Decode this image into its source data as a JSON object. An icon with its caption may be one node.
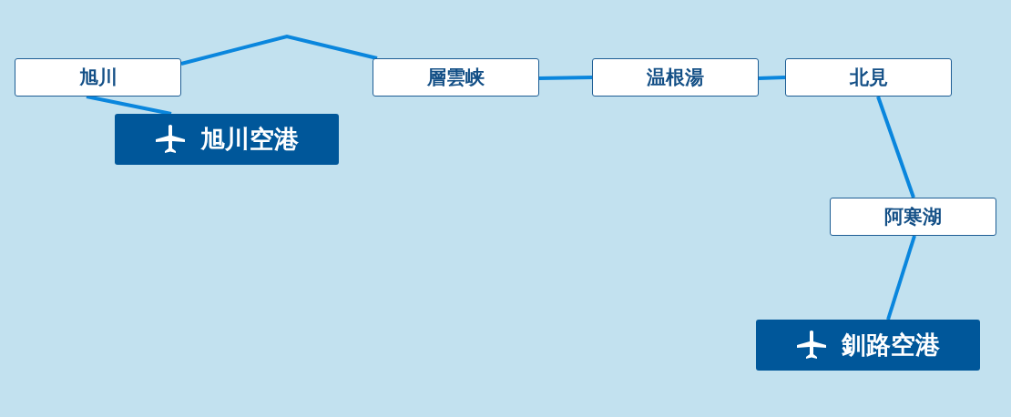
{
  "diagram": {
    "nodes": [
      {
        "text": [
          "旭川"
        ]
      },
      {
        "text": [
          "旭川空港"
        ]
      },
      {
        "text": [
          "層雲峡"
        ]
      },
      {
        "text": [
          "温根湯"
        ]
      },
      {
        "text": [
          "北見"
        ]
      },
      {
        "text": [
          "阿寒湖"
        ]
      },
      {
        "text": [
          "釧路空港"
        ]
      }
    ],
    "edges": [
      {
        "from": 0,
        "to": 1,
        "arrow": "none"
      },
      {
        "from": 0,
        "to": 2,
        "arrow": "none"
      },
      {
        "from": 2,
        "to": 3,
        "arrow": "none"
      },
      {
        "from": 3,
        "to": 4,
        "arrow": "none"
      },
      {
        "from": 4,
        "to": 5,
        "arrow": "none"
      },
      {
        "from": 5,
        "to": 6,
        "arrow": "none"
      }
    ]
  }
}
